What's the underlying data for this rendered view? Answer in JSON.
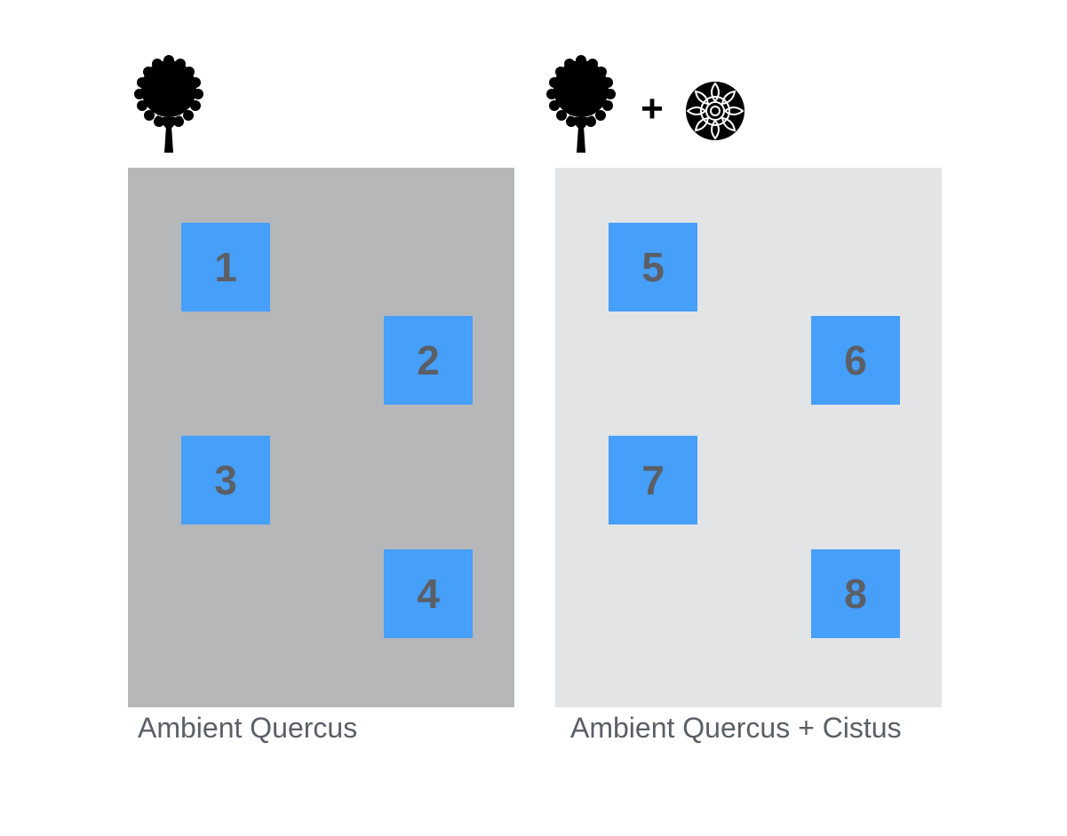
{
  "colors": {
    "panel_left_bg": "#b5b7b9",
    "panel_right_bg": "#e3e4e6",
    "plot_fill": "#469ff9",
    "text": "#5b5f66",
    "icon": "#000000"
  },
  "left_group": {
    "icons": [
      "tree-icon"
    ],
    "label": "Ambient Quercus",
    "plots": [
      "1",
      "2",
      "3",
      "4"
    ]
  },
  "right_group": {
    "icons": [
      "tree-icon",
      "rose-icon"
    ],
    "connector": "+",
    "label": "Ambient Quercus + Cistus",
    "plots": [
      "5",
      "6",
      "7",
      "8"
    ]
  }
}
